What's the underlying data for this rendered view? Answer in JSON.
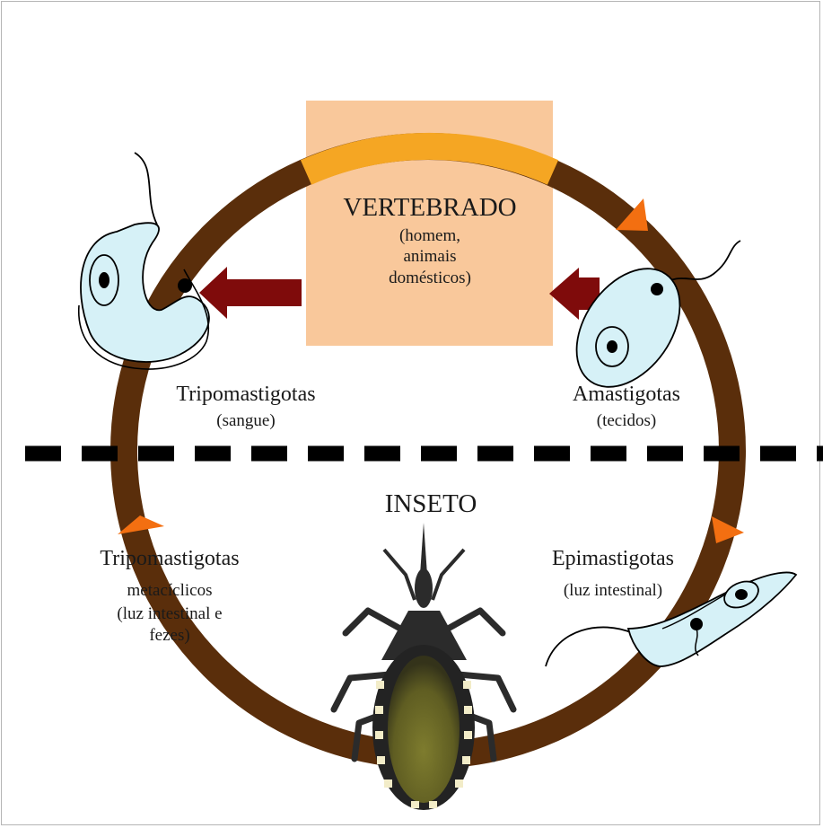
{
  "vertebrate": {
    "title": "VERTEBRADO",
    "line1": "(homem,",
    "line2": "animais",
    "line3": "domésticos)"
  },
  "insect": {
    "title": "INSETO"
  },
  "stages": {
    "tripo_blood": {
      "name": "Tripomastigotas",
      "place": "(sangue)"
    },
    "amastigotes": {
      "name": "Amastigotas",
      "place": "(tecidos)"
    },
    "epimastigotes": {
      "name": "Epimastigotas",
      "place": "(luz intestinal)"
    },
    "tripo_meta": {
      "name": "Tripomastigotas",
      "line1": "metacíclicos",
      "line2": "(luz intestinal e",
      "line3": "fezes)"
    }
  },
  "colors": {
    "ring": "#5a2e0b",
    "ring_highlight": "#f5a623",
    "host_box": "#f9c89b",
    "arrow": "#7f0b0b",
    "direction_marker": "#f36f11",
    "parasite": "#d6f1f7",
    "insect_body": "#2b2b2b",
    "insect_abdomen": "#7e7c2e"
  }
}
